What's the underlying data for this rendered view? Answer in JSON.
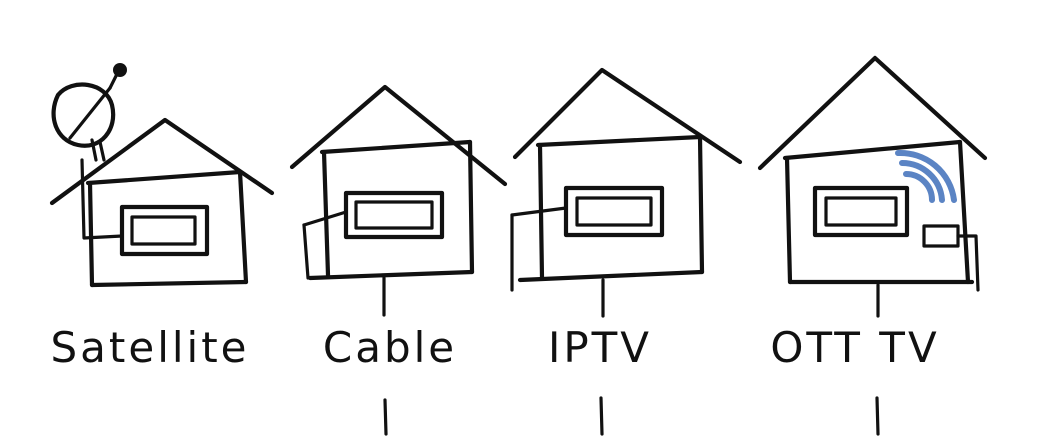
{
  "houses": [
    {
      "label": "Satellite"
    },
    {
      "label": "Cable"
    },
    {
      "label": "IPTV"
    },
    {
      "label": "OTT TV"
    }
  ],
  "colors": {
    "ink": "#111111",
    "wifi": "#5b84c4",
    "background": "#ffffff"
  }
}
